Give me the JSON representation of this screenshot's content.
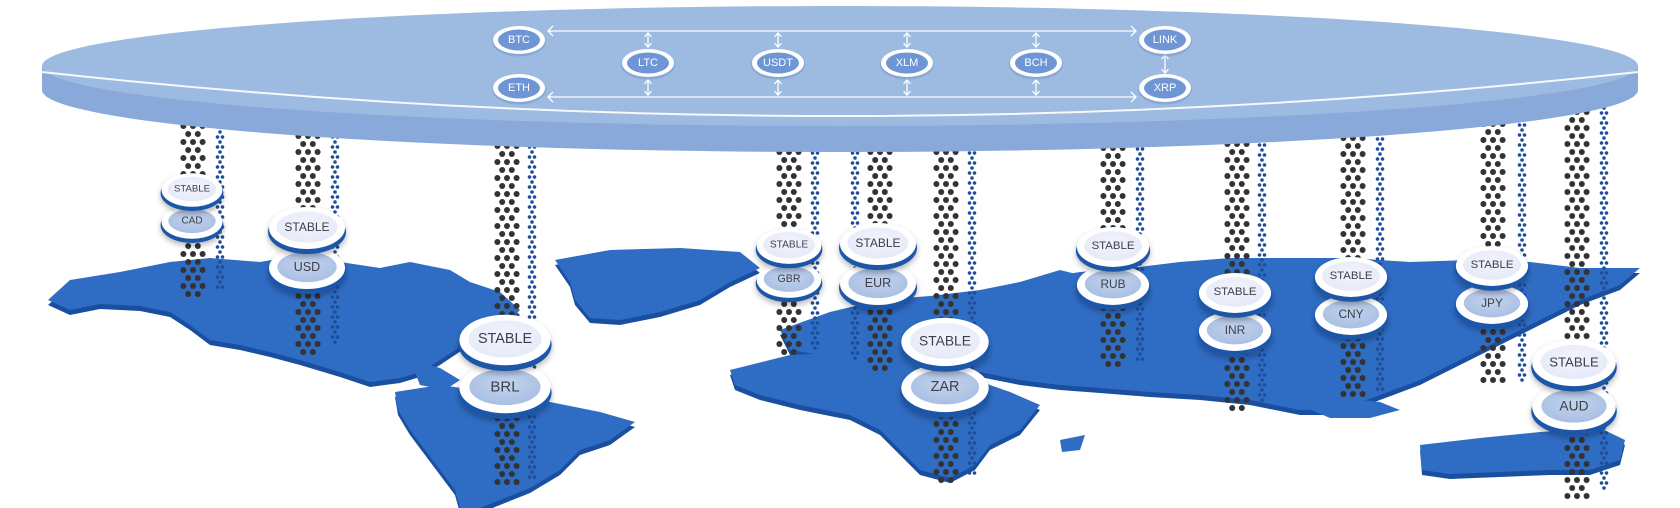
{
  "diagram": {
    "title": "",
    "colors": {
      "platform_top": "#9dbae0",
      "platform_side": "#8aacd9",
      "map_land": "#2f6cc4",
      "map_edge": "#1a4f9f",
      "coin_fill": "#6f96d4",
      "coin_ring": "#ffffff",
      "dots_dark": "#333333",
      "dots_blue": "#1d4e9a",
      "stable_face": "#eef0fb",
      "fiat_face": "#b9cbe8",
      "disc_rim": "#1d56a8"
    },
    "crypto_nodes": [
      {
        "id": "btc",
        "label": "BTC"
      },
      {
        "id": "eth",
        "label": "ETH"
      },
      {
        "id": "ltc",
        "label": "LTC"
      },
      {
        "id": "usdt",
        "label": "USDT"
      },
      {
        "id": "xlm",
        "label": "XLM"
      },
      {
        "id": "bch",
        "label": "BCH"
      },
      {
        "id": "link",
        "label": "LINK"
      },
      {
        "id": "xrp",
        "label": "XRP"
      }
    ],
    "connections": [
      {
        "from": "btc",
        "to": "link",
        "type": "bidirectional"
      },
      {
        "from": "eth",
        "to": "xrp",
        "type": "bidirectional"
      },
      {
        "from": "link",
        "to": "xrp",
        "type": "bidirectional"
      },
      {
        "from": "ltc",
        "to": "top-bus",
        "type": "bidirectional"
      },
      {
        "from": "ltc",
        "to": "bottom-bus",
        "type": "bidirectional"
      },
      {
        "from": "usdt",
        "to": "top-bus",
        "type": "bidirectional"
      },
      {
        "from": "usdt",
        "to": "bottom-bus",
        "type": "bidirectional"
      },
      {
        "from": "xlm",
        "to": "top-bus",
        "type": "bidirectional"
      },
      {
        "from": "xlm",
        "to": "bottom-bus",
        "type": "bidirectional"
      },
      {
        "from": "bch",
        "to": "top-bus",
        "type": "bidirectional"
      },
      {
        "from": "bch",
        "to": "bottom-bus",
        "type": "bidirectional"
      }
    ],
    "stable_label": "STABLE",
    "fiat_stacks": [
      {
        "id": "cad",
        "currency": "CAD",
        "stable": "STABLE"
      },
      {
        "id": "usd",
        "currency": "USD",
        "stable": "STABLE"
      },
      {
        "id": "brl",
        "currency": "BRL",
        "stable": "STABLE"
      },
      {
        "id": "gbr",
        "currency": "GBR",
        "stable": "STABLE"
      },
      {
        "id": "eur",
        "currency": "EUR",
        "stable": "STABLE"
      },
      {
        "id": "zar",
        "currency": "ZAR",
        "stable": "STABLE"
      },
      {
        "id": "rub",
        "currency": "RUB",
        "stable": "STABLE"
      },
      {
        "id": "inr",
        "currency": "INR",
        "stable": "STABLE"
      },
      {
        "id": "cny",
        "currency": "CNY",
        "stable": "STABLE"
      },
      {
        "id": "jpy",
        "currency": "JPY",
        "stable": "STABLE"
      },
      {
        "id": "aud",
        "currency": "AUD",
        "stable": "STABLE"
      }
    ]
  }
}
